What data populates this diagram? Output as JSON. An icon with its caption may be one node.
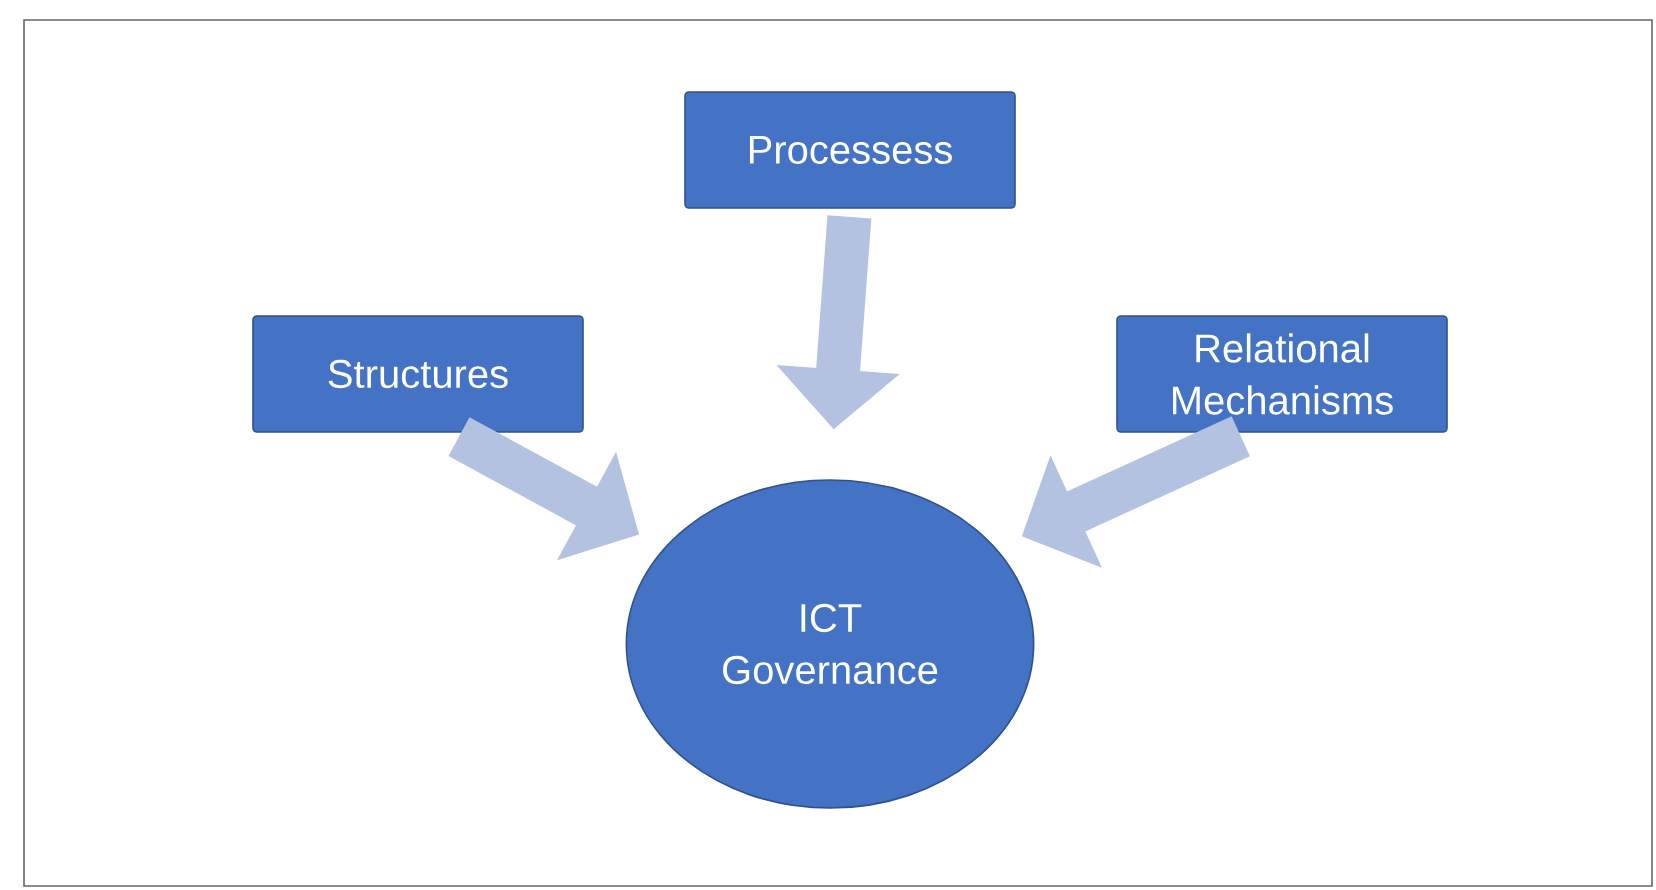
{
  "diagram": {
    "nodes": [
      {
        "text": [
          "Processess"
        ]
      },
      {
        "text": [
          "Structures"
        ]
      },
      {
        "text": [
          "Relational Mechanisms"
        ]
      },
      {
        "text": [
          "ICT Governance"
        ]
      }
    ],
    "edges": [
      {
        "from": 0,
        "to": 3,
        "arrow": "to"
      },
      {
        "from": 1,
        "to": 3,
        "arrow": "to"
      },
      {
        "from": 2,
        "to": 3,
        "arrow": "to"
      }
    ]
  }
}
